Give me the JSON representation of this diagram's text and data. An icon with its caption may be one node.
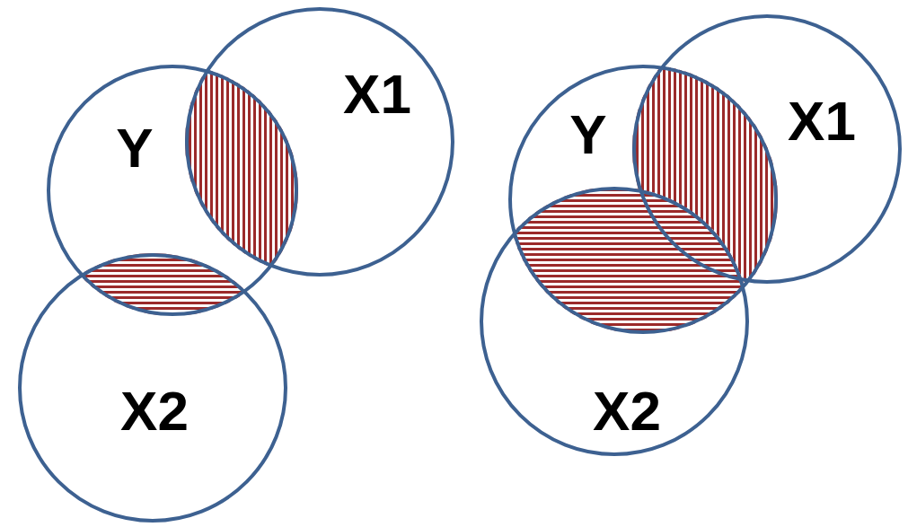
{
  "diagram": {
    "nodes": [
      {
        "text": [
          "Y"
        ]
      },
      {
        "text": [
          "X1"
        ]
      },
      {
        "text": [
          "X2"
        ]
      },
      {
        "text": [
          "Y"
        ]
      },
      {
        "text": [
          "X1"
        ]
      },
      {
        "text": [
          "X2"
        ]
      }
    ],
    "edges": []
  }
}
